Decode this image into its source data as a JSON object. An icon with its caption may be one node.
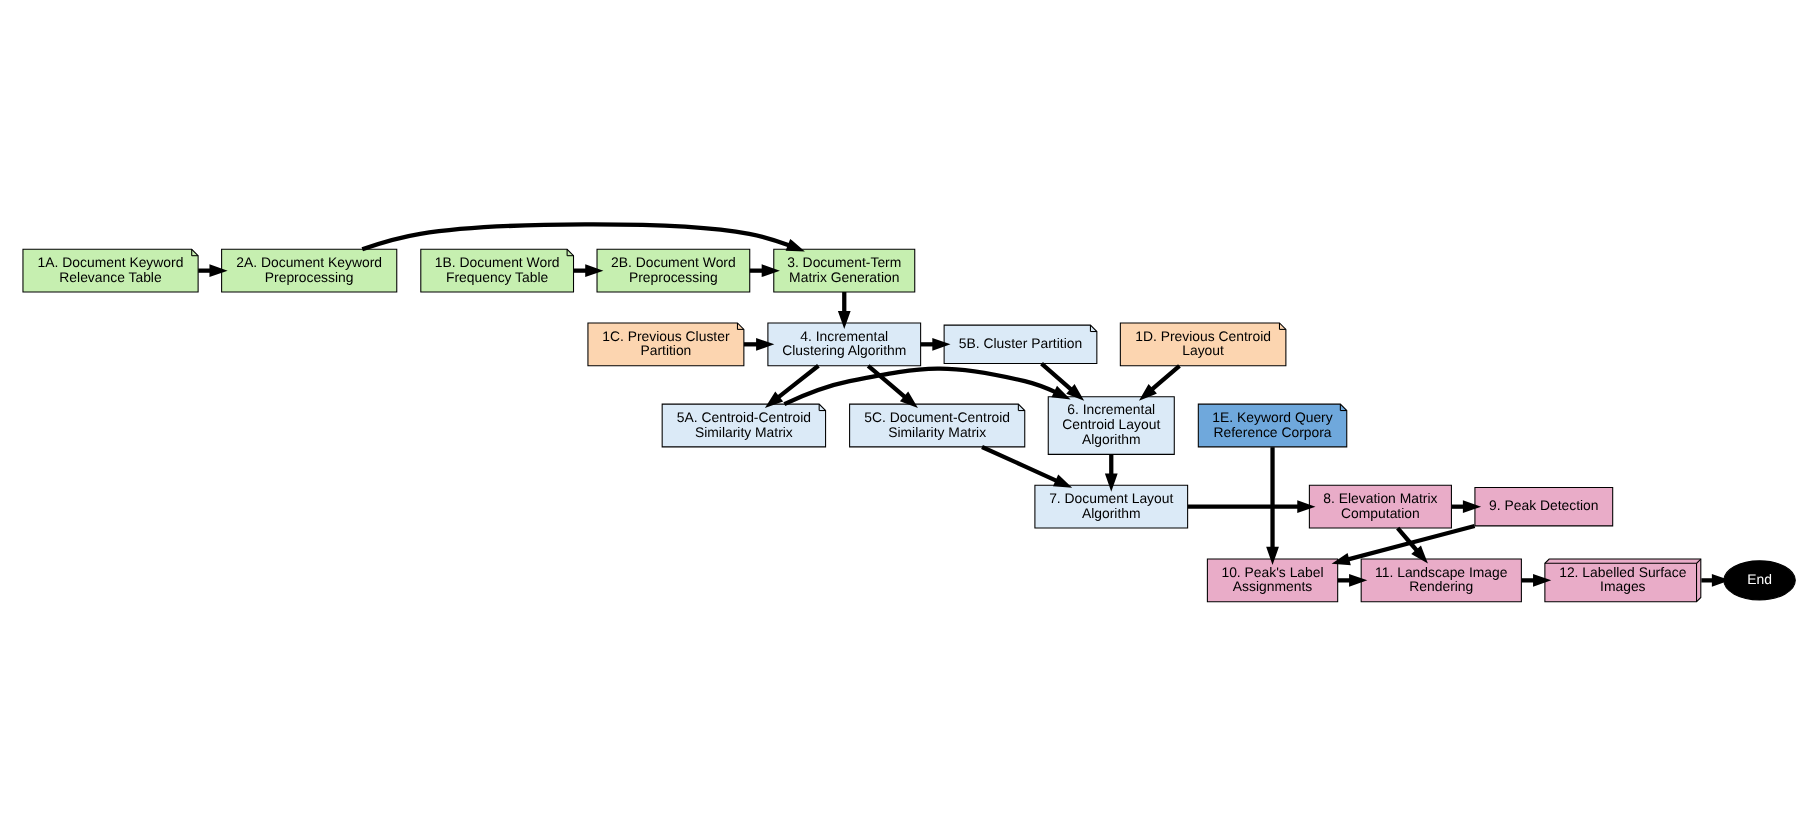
{
  "diagram": {
    "nodes": [
      {
        "text": [
          "1A. Document Keyword Relevance Table"
        ]
      },
      {
        "text": [
          "2A. Document Keyword Preprocessing"
        ]
      },
      {
        "text": [
          "3. Document-Term Matrix Generation"
        ]
      },
      {
        "text": [
          "2B. Document Word Preprocessing"
        ]
      },
      {
        "text": [
          "1B. Document Word Frequency Table"
        ]
      },
      {
        "text": [
          "1D. Previous Centroid Layout"
        ]
      },
      {
        "text": [
          "5B. Cluster Partition"
        ]
      },
      {
        "text": [
          "4. Incremental Clustering Algorithm"
        ]
      },
      {
        "text": [
          "1C. Previous Cluster Partition"
        ]
      },
      {
        "text": [
          "6. Incremental Centroid Layout Algorithm"
        ]
      },
      {
        "text": [
          "5A. Centroid-Centroid Similarity Matrix"
        ]
      },
      {
        "text": [
          "5C. Document-Centroid Similarity Matrix"
        ]
      },
      {
        "text": [
          "1E. Keyword Query Reference Corpora"
        ]
      },
      {
        "text": [
          "7. Document Layout Algorithm"
        ]
      },
      {
        "text": [
          "8. Elevation Matrix Computation"
        ]
      },
      {
        "text": [
          "9. Peak Detection"
        ]
      },
      {
        "text": [
          "End"
        ]
      },
      {
        "text": [
          "12. Labelled Surface Images"
        ]
      },
      {
        "text": [
          "11. Landscape Image Rendering"
        ]
      },
      {
        "text": [
          "10. Peak's Label Assignments"
        ]
      }
    ],
    "edges": [
      {
        "from": 0,
        "to": 1,
        "arrow": "to"
      },
      {
        "from": 1,
        "to": 2,
        "arrow": "to"
      },
      {
        "from": 4,
        "to": 3,
        "arrow": "to"
      },
      {
        "from": 3,
        "to": 2,
        "arrow": "to"
      },
      {
        "from": 2,
        "to": 7,
        "arrow": "to"
      },
      {
        "from": 8,
        "to": 7,
        "arrow": "to"
      },
      {
        "from": 7,
        "to": 6,
        "arrow": "to"
      },
      {
        "from": 7,
        "to": 10,
        "arrow": "to"
      },
      {
        "from": 7,
        "to": 11,
        "arrow": "to"
      },
      {
        "from": 5,
        "to": 9,
        "arrow": "to"
      },
      {
        "from": 6,
        "to": 9,
        "arrow": "to"
      },
      {
        "from": 10,
        "to": 9,
        "arrow": "to"
      },
      {
        "from": 9,
        "to": 13,
        "arrow": "to"
      },
      {
        "from": 11,
        "to": 13,
        "arrow": "to"
      },
      {
        "from": 13,
        "to": 14,
        "arrow": "to"
      },
      {
        "from": 14,
        "to": 15,
        "arrow": "to"
      },
      {
        "from": 14,
        "to": 18,
        "arrow": "to"
      },
      {
        "from": 15,
        "to": 19,
        "arrow": "to"
      },
      {
        "from": 12,
        "to": 19,
        "arrow": "to"
      },
      {
        "from": 19,
        "to": 18,
        "arrow": "to"
      },
      {
        "from": 18,
        "to": 17,
        "arrow": "to"
      },
      {
        "from": 17,
        "to": 16,
        "arrow": "to"
      }
    ]
  }
}
